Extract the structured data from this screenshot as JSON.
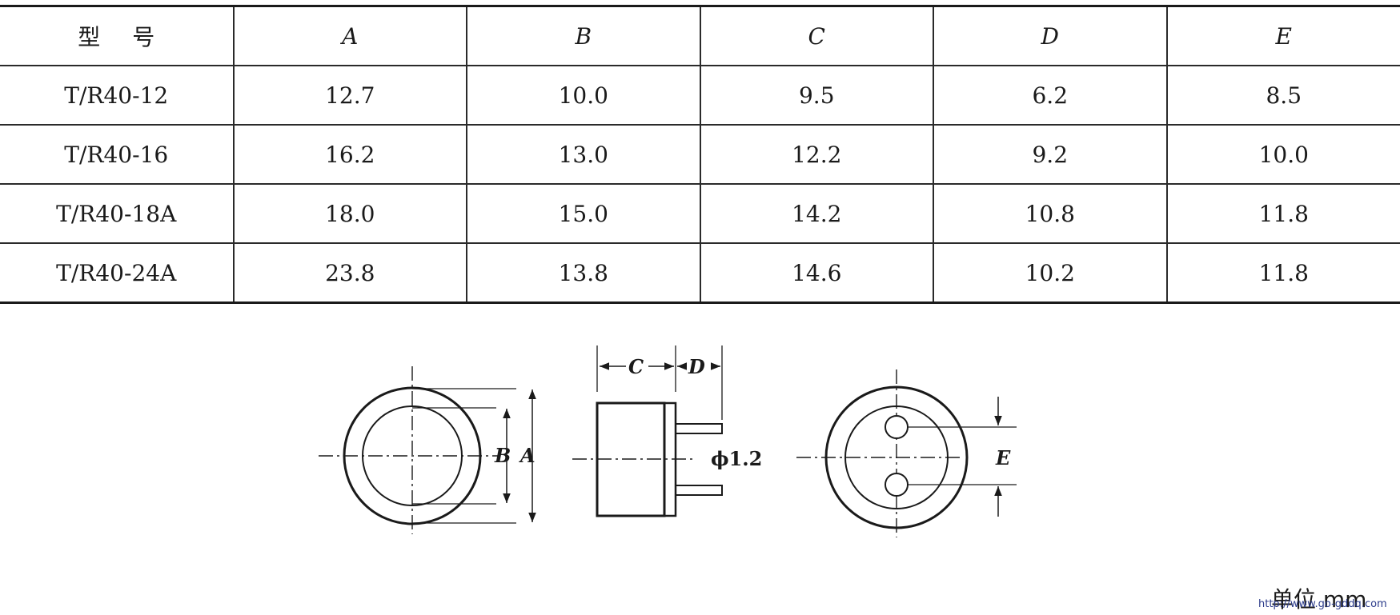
{
  "table": {
    "headers": [
      "型号",
      "A",
      "B",
      "C",
      "D",
      "E"
    ],
    "rows": [
      [
        "T/R40-12",
        "12.7",
        "10.0",
        "9.5",
        "6.2",
        "8.5"
      ],
      [
        "T/R40-16",
        "16.2",
        "13.0",
        "12.2",
        "9.2",
        "10.0"
      ],
      [
        "T/R40-18A",
        "18.0",
        "15.0",
        "14.2",
        "10.8",
        "11.8"
      ],
      [
        "T/R40-24A",
        "23.8",
        "13.8",
        "14.6",
        "10.2",
        "11.8"
      ]
    ]
  },
  "drawing": {
    "labels": {
      "b": "B",
      "a": "A",
      "c": "C",
      "d": "D",
      "pin_diameter": "ϕ1.2",
      "e": "E"
    }
  },
  "unit_note": "单位 mm",
  "watermark": "http://www.go-gddq.com"
}
